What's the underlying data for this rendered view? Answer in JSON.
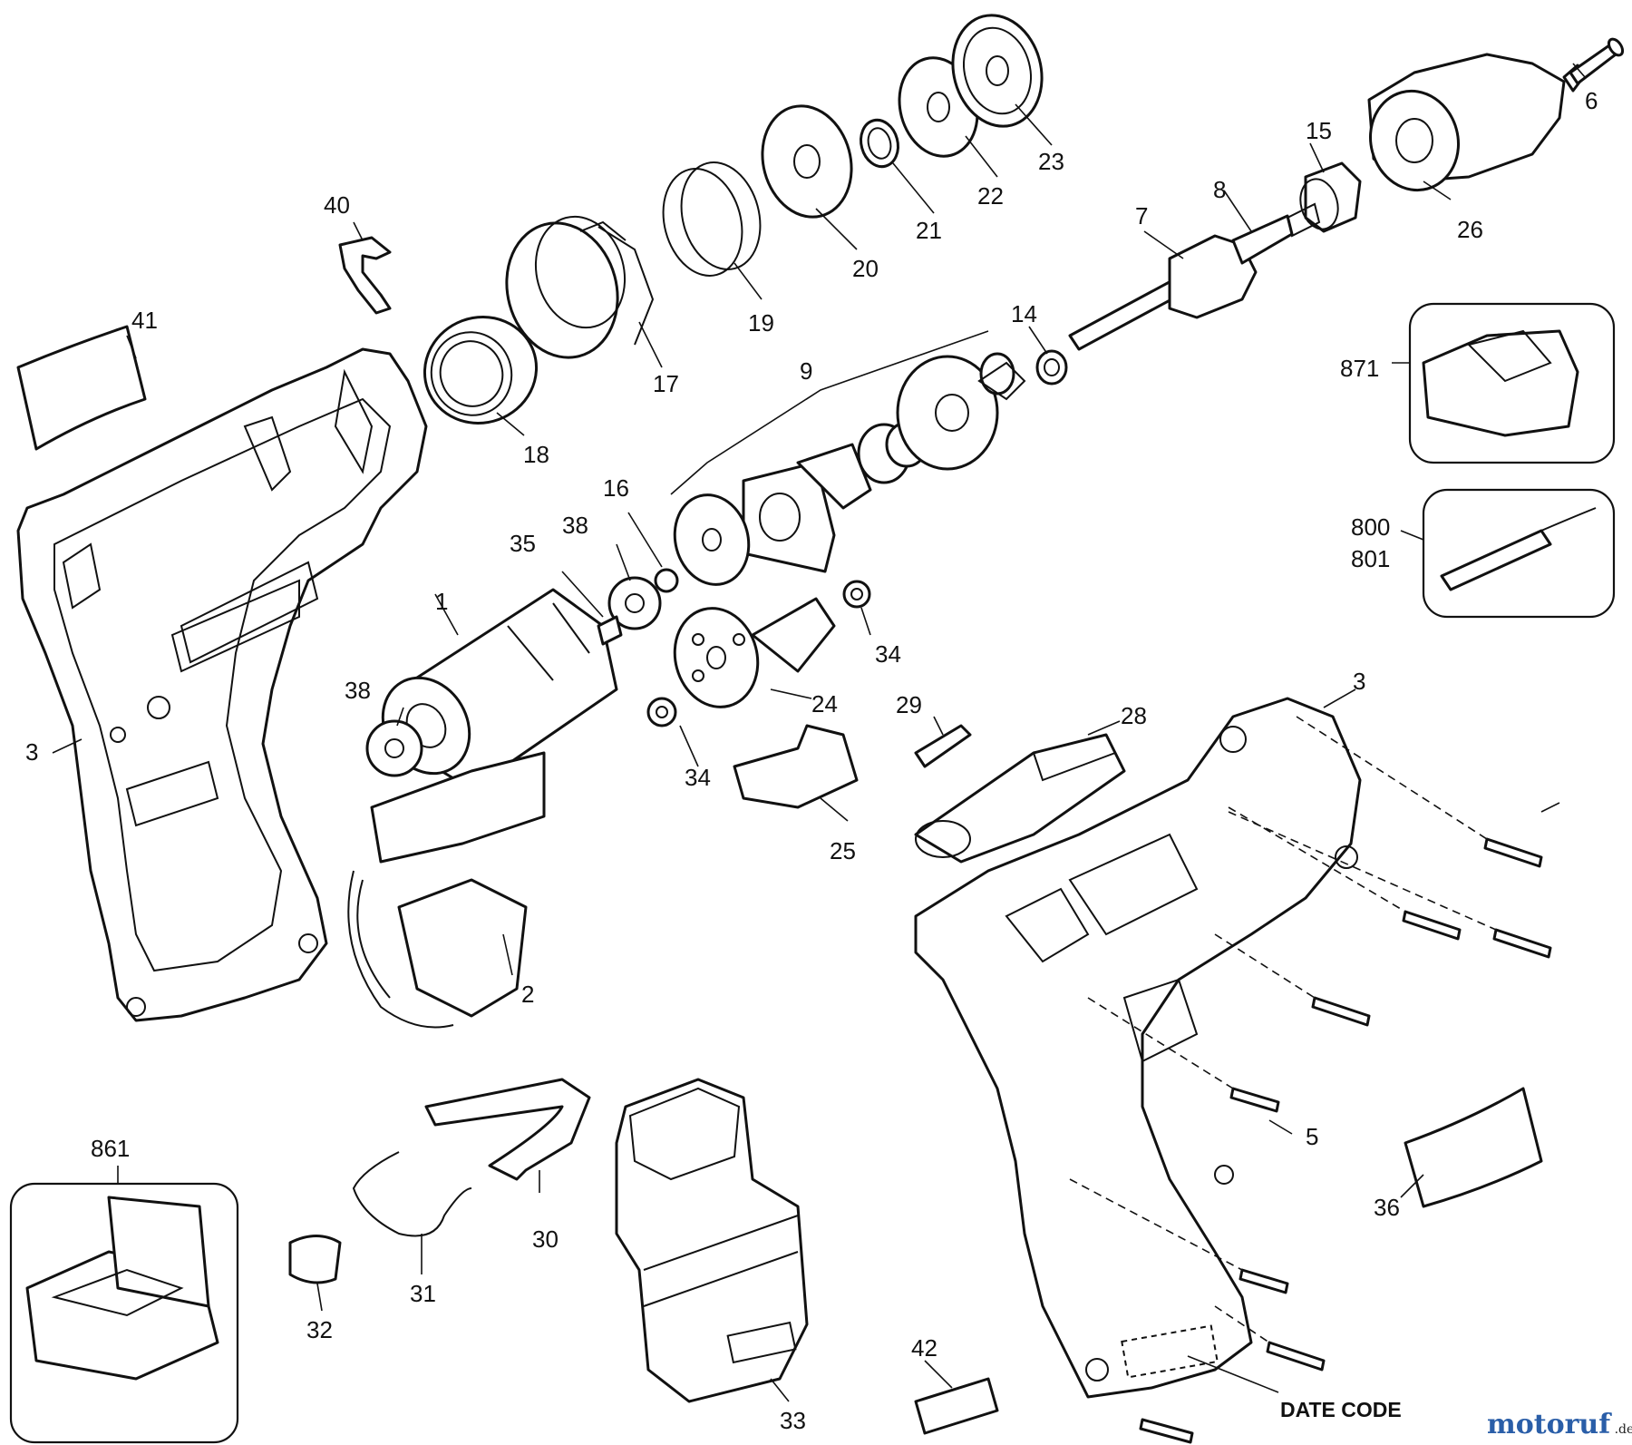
{
  "labels": {
    "p1": "1",
    "p2": "2",
    "p3a": "3",
    "p3b": "3",
    "p5": "5",
    "p6": "6",
    "p7": "7",
    "p8": "8",
    "p9": "9",
    "p14": "14",
    "p15": "15",
    "p16": "16",
    "p17": "17",
    "p18": "18",
    "p19": "19",
    "p20": "20",
    "p21": "21",
    "p22": "22",
    "p23": "23",
    "p24": "24",
    "p25": "25",
    "p26": "26",
    "p28": "28",
    "p29": "29",
    "p30": "30",
    "p31": "31",
    "p32": "32",
    "p33": "33",
    "p34a": "34",
    "p34b": "34",
    "p35": "35",
    "p36": "36",
    "p38a": "38",
    "p38b": "38",
    "p40": "40",
    "p41": "41",
    "p42": "42",
    "p800": "800",
    "p801": "801",
    "p861": "861",
    "p871": "871",
    "date_code": "DATE CODE"
  },
  "watermark": {
    "brand": "motoruf",
    "suffix": ".de",
    "brand_color": "#2a5ea8",
    "dot_color": "#e0621b"
  },
  "line_color": "#111111"
}
